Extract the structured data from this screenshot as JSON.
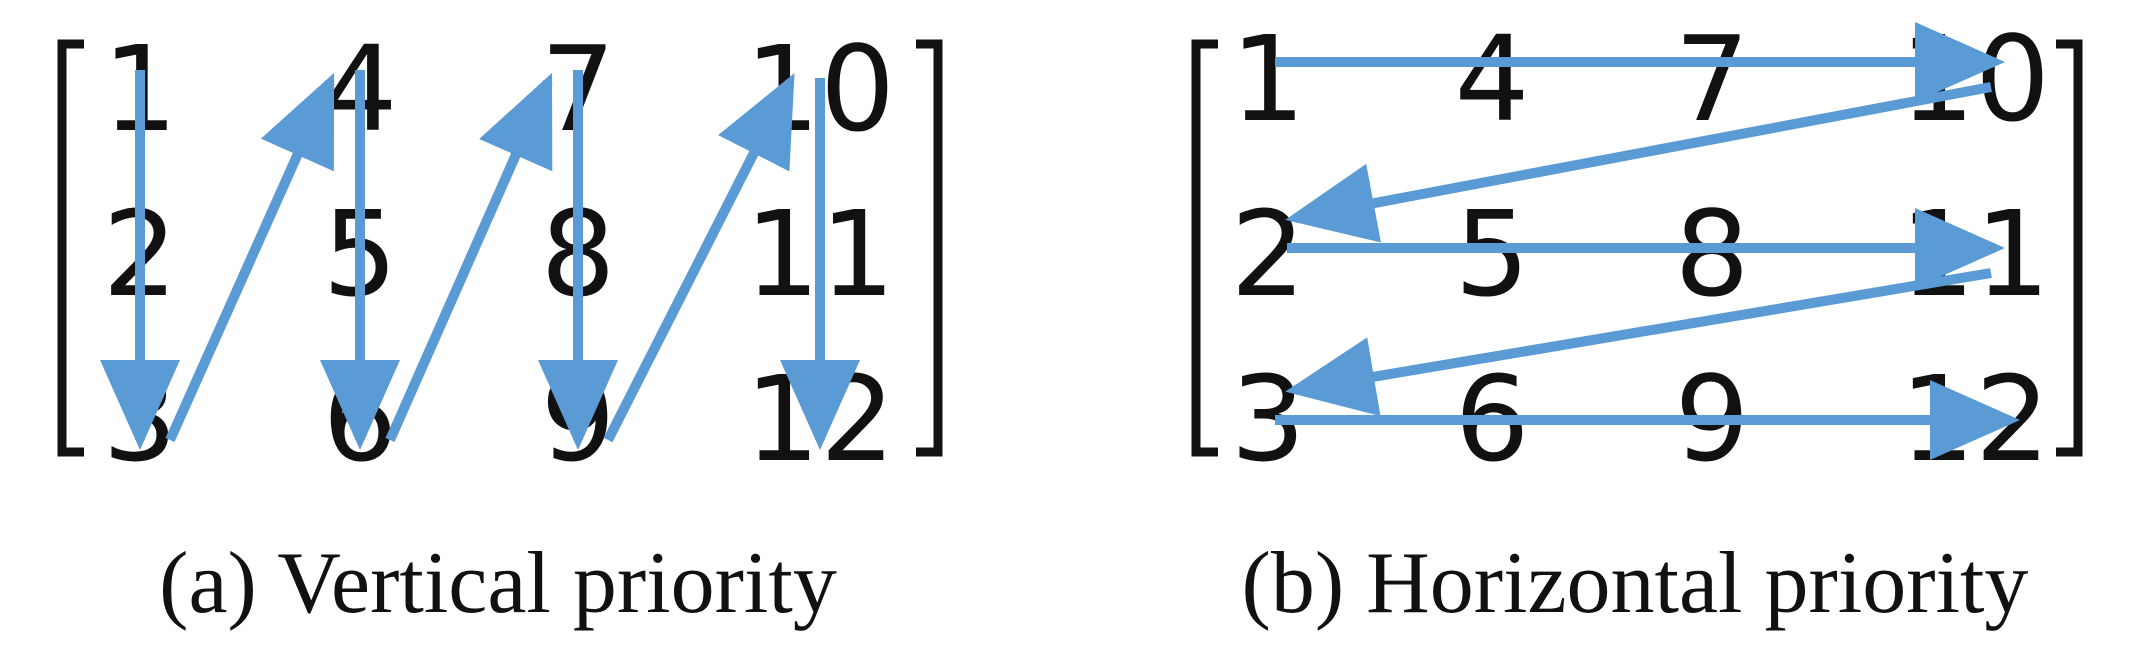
{
  "colors": {
    "arrow": "#5B9BD5",
    "text": "#111111",
    "background": "#FFFFFF"
  },
  "panels": [
    {
      "id": "vertical",
      "caption": "(a) Vertical priority",
      "matrix": [
        [
          "1",
          "4",
          "7",
          "10"
        ],
        [
          "2",
          "5",
          "8",
          "11"
        ],
        [
          "3",
          "6",
          "9",
          "12"
        ]
      ],
      "traversal": "column-major"
    },
    {
      "id": "horizontal",
      "caption": "(b) Horizontal priority",
      "matrix": [
        [
          "1",
          "4",
          "7",
          "10"
        ],
        [
          "2",
          "5",
          "8",
          "11"
        ],
        [
          "3",
          "6",
          "9",
          "12"
        ]
      ],
      "traversal": "row-major"
    }
  ]
}
